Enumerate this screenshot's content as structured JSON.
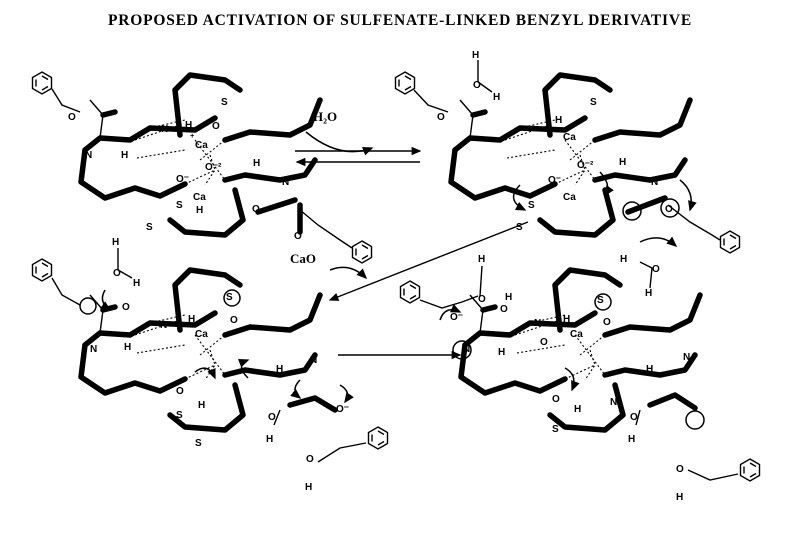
{
  "title": "PROPOSED ACTIVATION OF SULFENATE-LINKED BENZYL DERIVATIVE",
  "reagents": {
    "water": "H₂O",
    "calcium_oxide": "CaO"
  },
  "atom_labels": {
    "oxygen": "O",
    "nitrogen": "N",
    "hydrogen": "H",
    "sulfur": "S",
    "calcium": "Ca",
    "oxide": "O⁻²",
    "anion": "O⁻",
    "plus": "+"
  }
}
